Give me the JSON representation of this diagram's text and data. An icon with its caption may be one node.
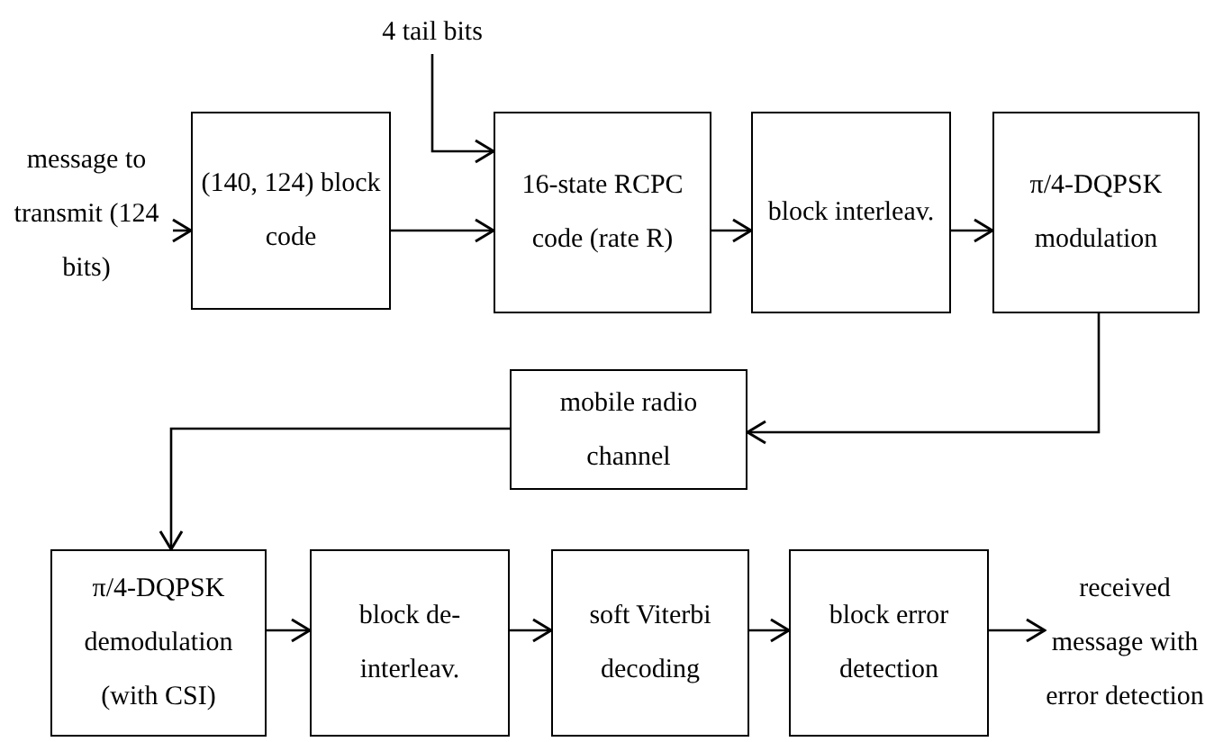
{
  "diagram": {
    "nodes": [
      {
        "text": [
          "message to transmit (124 bits)"
        ]
      },
      {
        "text": [
          "(140, 124) block code"
        ]
      },
      {
        "text": [
          "4 tail bits"
        ]
      },
      {
        "text": [
          "16-state RCPC code (rate R)"
        ]
      },
      {
        "text": [
          "block interleav."
        ]
      },
      {
        "text": [
          "π/4-DQPSK modulation"
        ]
      },
      {
        "text": [
          "mobile radio channel"
        ]
      },
      {
        "text": [
          "π/4-DQPSK demodulation (with CSI)"
        ]
      },
      {
        "text": [
          "block de-interleav."
        ]
      },
      {
        "text": [
          "soft Viterbi decoding"
        ]
      },
      {
        "text": [
          "block error detection"
        ]
      },
      {
        "text": [
          "received message with error detection"
        ]
      }
    ],
    "edges": [
      {
        "from": 0,
        "to": 1,
        "arrow": "to"
      },
      {
        "from": 2,
        "to": 3,
        "arrow": "to"
      },
      {
        "from": 1,
        "to": 3,
        "arrow": "to"
      },
      {
        "from": 3,
        "to": 4,
        "arrow": "to"
      },
      {
        "from": 4,
        "to": 5,
        "arrow": "to"
      },
      {
        "from": 5,
        "to": 6,
        "arrow": "to"
      },
      {
        "from": 6,
        "to": 7,
        "arrow": "to"
      },
      {
        "from": 7,
        "to": 8,
        "arrow": "to"
      },
      {
        "from": 8,
        "to": 9,
        "arrow": "to"
      },
      {
        "from": 9,
        "to": 10,
        "arrow": "to"
      },
      {
        "from": 10,
        "to": 11,
        "arrow": "to"
      }
    ]
  }
}
